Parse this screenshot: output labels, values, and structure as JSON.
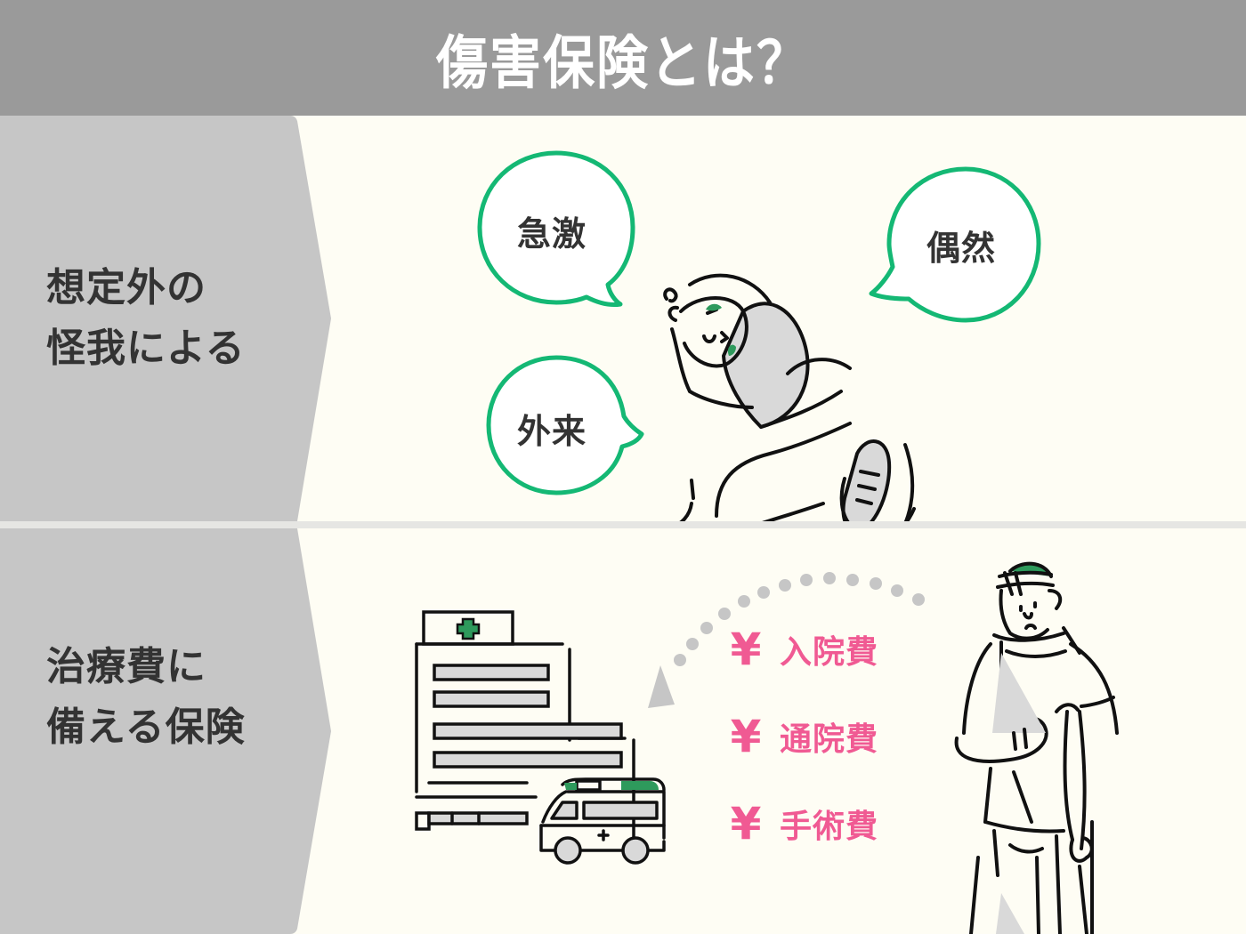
{
  "header": {
    "title": "傷害保険とは？"
  },
  "colors": {
    "header_bg": "#9a9a9a",
    "panel_bg": "#c6c6c6",
    "content_bg": "#fefdf4",
    "bubble_border": "#14b874",
    "accent_green": "#2e9a5c",
    "cost_pink": "#f05a93",
    "text_dark": "#333333",
    "shade_gray": "#d9d9d9"
  },
  "section1": {
    "label_lines": [
      "想定外の",
      "怪我による"
    ],
    "bubbles": [
      {
        "text": "急激",
        "position": "upper-left"
      },
      {
        "text": "外来",
        "position": "lower-left"
      },
      {
        "text": "偶然",
        "position": "upper-right"
      }
    ],
    "illustration": "person-falling-icon"
  },
  "section2": {
    "label_lines": [
      "治療費に",
      "備える保険"
    ],
    "illustrations": [
      "hospital-icon",
      "ambulance-icon",
      "injured-person-icon"
    ],
    "costs": [
      {
        "symbol": "¥",
        "label": "入院費"
      },
      {
        "symbol": "¥",
        "label": "通院費"
      },
      {
        "symbol": "¥",
        "label": "手術費"
      }
    ]
  }
}
